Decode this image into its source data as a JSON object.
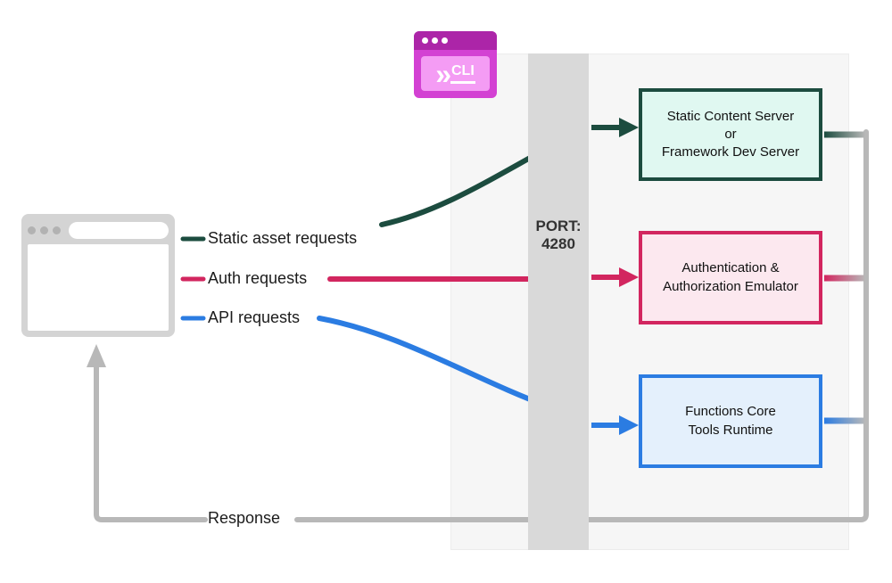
{
  "diagram": {
    "cli_badge": {
      "chevron": "»",
      "label": "CLI"
    },
    "port_label": "PORT:\n4280",
    "flow_labels": {
      "static": "Static asset requests",
      "auth": "Auth requests",
      "api": "API requests",
      "response": "Response"
    },
    "boxes": [
      {
        "id": "static-content-server",
        "text": "Static Content Server\nor\nFramework Dev Server"
      },
      {
        "id": "auth-emulator",
        "text": "Authentication &\nAuthorization Emulator"
      },
      {
        "id": "functions-runtime",
        "text": "Functions Core\nTools Runtime"
      }
    ]
  },
  "colors": {
    "green": "#1c4c3f",
    "crimson": "#d2265f",
    "blue": "#2b7ce2",
    "gray_line": "#b8b8b8",
    "bar_gray": "#d9d9d9",
    "panel_bg": "#f6f6f6",
    "panel_border": "#ececec",
    "mint_bg": "#e0f8f1",
    "pink_bg": "#fce8ef",
    "blue_bg": "#e4f0fc",
    "browser_gray": "#d4d4d4",
    "cli_magenta": "#d341d3",
    "cli_dark": "#ac25a8",
    "cli_light": "#f49cf4"
  }
}
